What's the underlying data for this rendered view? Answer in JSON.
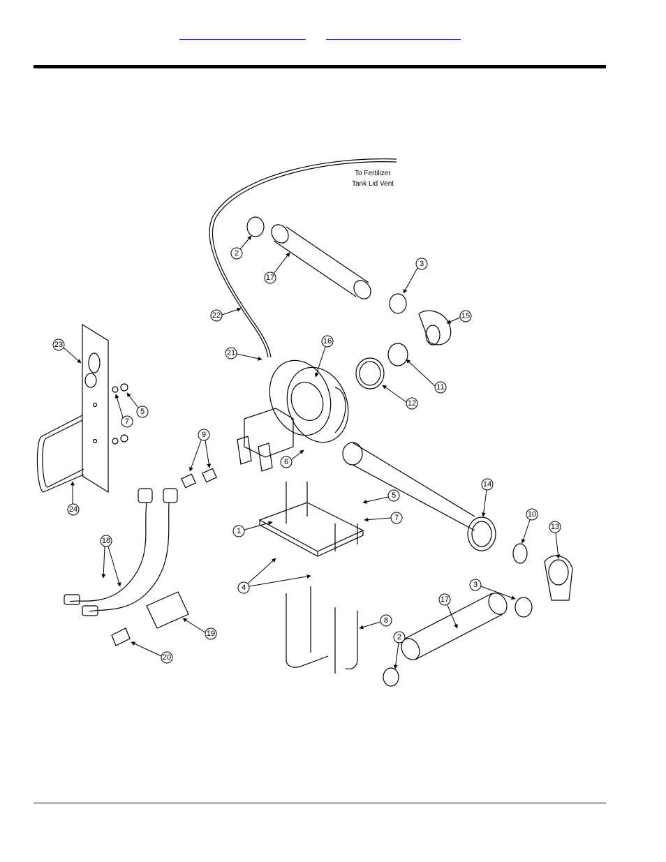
{
  "header": {
    "links": [
      {
        "text": ""
      },
      {
        "text": ""
      }
    ]
  },
  "diagram": {
    "note_line1": "To Fertilizer",
    "note_line2": "Tank Lid Vent",
    "callouts": [
      "1",
      "2",
      "2",
      "3",
      "3",
      "4",
      "5",
      "5",
      "6",
      "7",
      "7",
      "8",
      "9",
      "10",
      "11",
      "12",
      "13",
      "14",
      "15",
      "16",
      "17",
      "17",
      "18",
      "19",
      "20",
      "21",
      "22",
      "23",
      "24"
    ]
  }
}
